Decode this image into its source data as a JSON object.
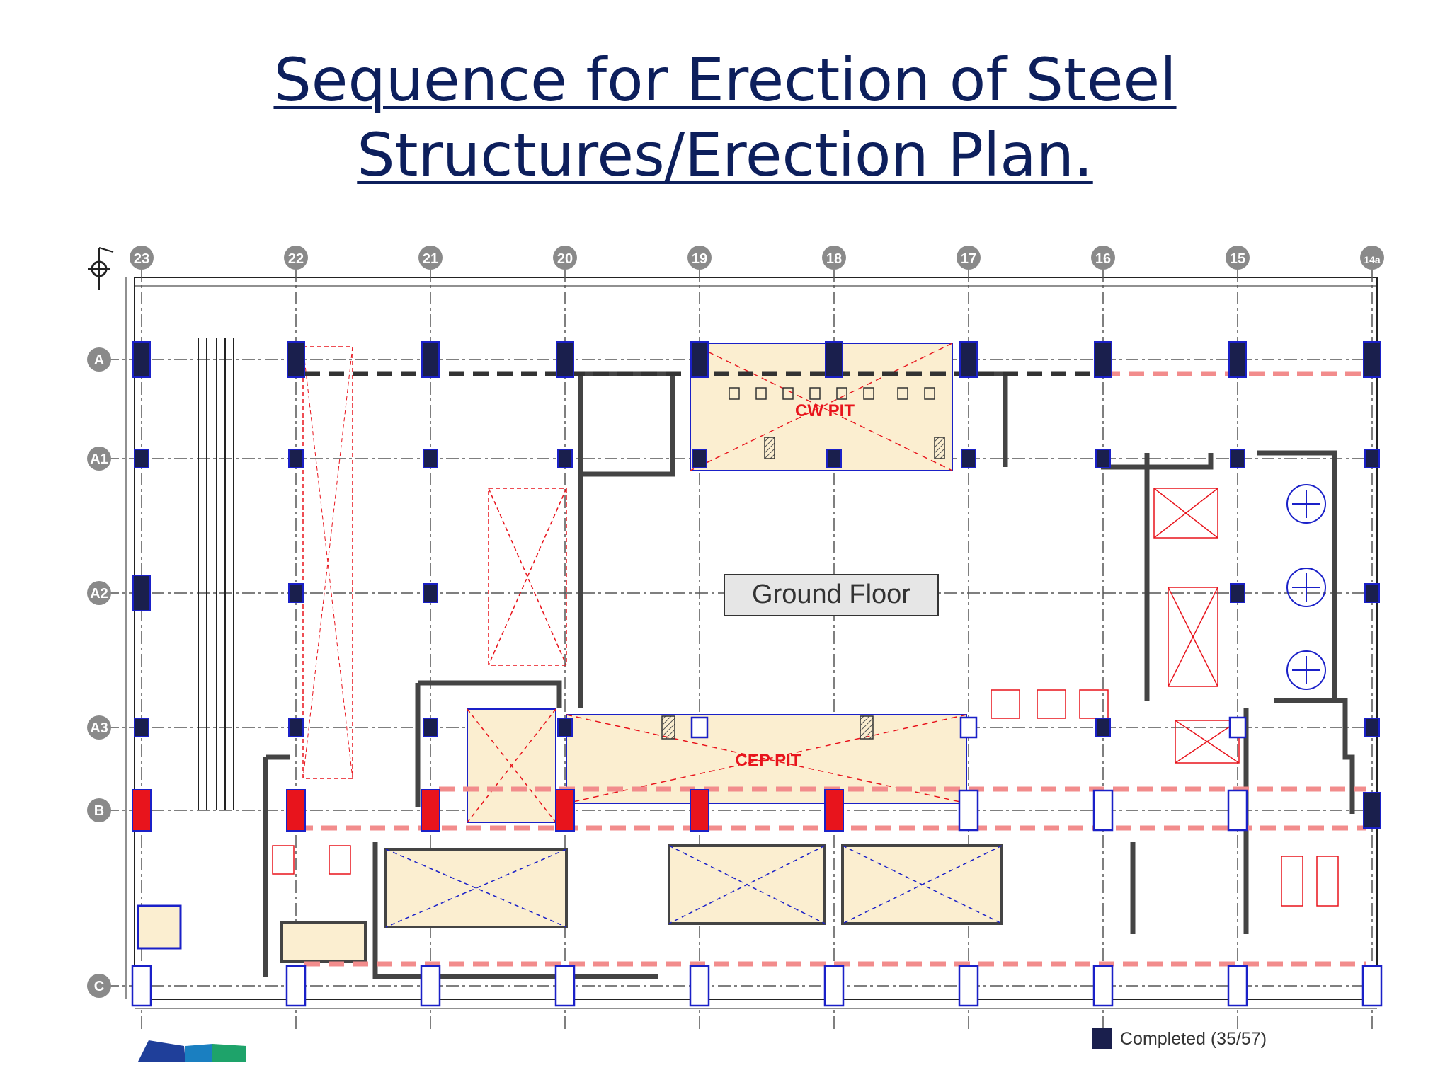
{
  "slide": {
    "title_line1": "Sequence for Erection of Steel",
    "title_line2": "Structures/Erection Plan."
  },
  "plan": {
    "columns": [
      "23",
      "22",
      "21",
      "20",
      "19",
      "18",
      "17",
      "16",
      "15",
      "14a"
    ],
    "rows": [
      "A",
      "A1",
      "A2",
      "A3",
      "B",
      "C"
    ],
    "labels": {
      "cw_pit": "CW PIT",
      "cep_pit": "CEP PIT",
      "floor": "Ground Floor"
    },
    "legend": {
      "completed": "Completed (35/57)"
    },
    "colors": {
      "completed": "#1a1f4d",
      "in_progress": "#e8141c",
      "pending": "#1a20c8",
      "pit_fill": "#fbeed0",
      "sequence_line": "#f28c8c",
      "title": "#0d1f5c"
    }
  }
}
